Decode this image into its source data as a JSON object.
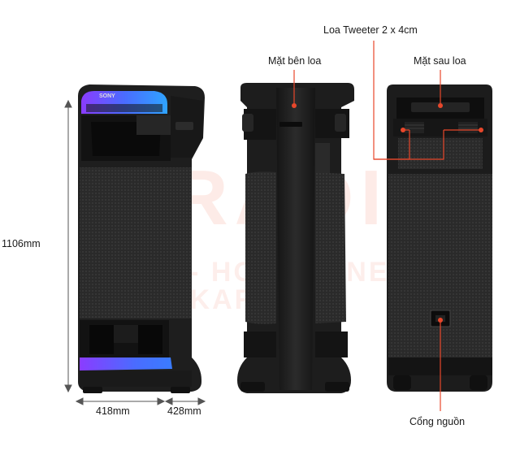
{
  "watermark": {
    "brand": "HiRADIO",
    "tagline": "AUDIO - HOME CINEMA - KARAOKE"
  },
  "speaker": {
    "logo": "SONY"
  },
  "dimensions": {
    "height": "1106mm",
    "width": "418mm",
    "depth": "428mm"
  },
  "callouts": {
    "tweeter": "Loa Tweeter 2 x 4cm",
    "side": "Mặt bên loa",
    "back": "Mặt sau loa",
    "power_port": "Cổng nguồn"
  },
  "colors": {
    "accent": "#e8472b",
    "body": "#1c1c1c",
    "led_blue": "#4a6cff",
    "led_purple": "#8a3cff"
  }
}
